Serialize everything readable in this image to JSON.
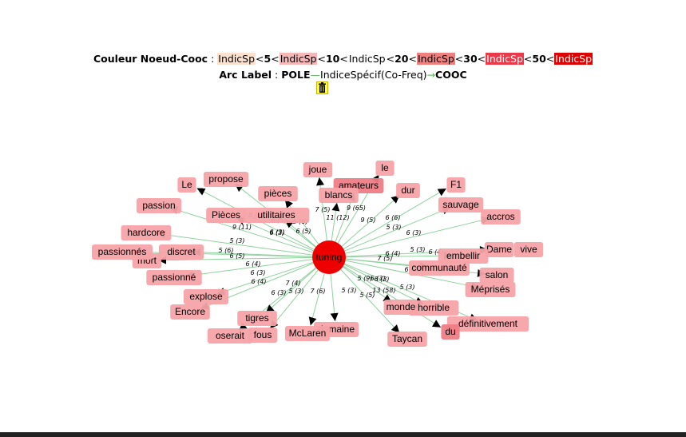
{
  "legend": {
    "title": "Couleur Noeud-Cooc",
    "sep": " : ",
    "swatch_label": "IndicSp",
    "lt": "<",
    "thresholds": [
      "5",
      "10",
      "20",
      "30",
      "50"
    ],
    "swatch_colors": [
      "#fbe2d0",
      "#f4b8b8",
      "#ffffff",
      "#ee8080",
      "#ea3a4a",
      "#dd0000"
    ],
    "arc_title": "Arc Label",
    "arc_pole": "POLE",
    "arc_mid": "IndiceSpécif(Co-Freq)",
    "arc_cooc": "COOC"
  },
  "center": {
    "label": "tuning",
    "color": "#ee0000"
  },
  "colors": {
    "edge": "#8fd19e",
    "node_default": "#f6a3a8",
    "node_dark": "#ee7d86"
  },
  "nodes": [
    {
      "id": "joue",
      "label": "joue"
    },
    {
      "id": "le",
      "label": "le"
    },
    {
      "id": "amateurs",
      "label": "amateurs",
      "dark": true
    },
    {
      "id": "blancs",
      "label": "blancs"
    },
    {
      "id": "dur",
      "label": "dur"
    },
    {
      "id": "F1",
      "label": "F1"
    },
    {
      "id": "sauvage",
      "label": "sauvage"
    },
    {
      "id": "accros",
      "label": "accros"
    },
    {
      "id": "Dame",
      "label": "Dame"
    },
    {
      "id": "vive",
      "label": "vive"
    },
    {
      "id": "embellir",
      "label": "embellir"
    },
    {
      "id": "communaute",
      "label": "communauté"
    },
    {
      "id": "salon",
      "label": "salon"
    },
    {
      "id": "Meprises",
      "label": "Méprisés"
    },
    {
      "id": "horrible",
      "label": "horrible"
    },
    {
      "id": "monde",
      "label": "monde"
    },
    {
      "id": "definitivement",
      "label": "définitivement"
    },
    {
      "id": "du",
      "label": "du",
      "dark": true
    },
    {
      "id": "Taycan",
      "label": "Taycan"
    },
    {
      "id": "domaine",
      "label": "domaine"
    },
    {
      "id": "McLaren",
      "label": "McLaren"
    },
    {
      "id": "fous",
      "label": "fous"
    },
    {
      "id": "tigres",
      "label": "tigres"
    },
    {
      "id": "oserait",
      "label": "oserait"
    },
    {
      "id": "explose",
      "label": "explose"
    },
    {
      "id": "Encore",
      "label": "Encore"
    },
    {
      "id": "passionne",
      "label": "passionné"
    },
    {
      "id": "mort",
      "label": "mort"
    },
    {
      "id": "passionnes",
      "label": "passionnés"
    },
    {
      "id": "discret",
      "label": "discret"
    },
    {
      "id": "hardcore",
      "label": "hardcore"
    },
    {
      "id": "passion",
      "label": "passion"
    },
    {
      "id": "Le",
      "label": "Le"
    },
    {
      "id": "propose",
      "label": "propose"
    },
    {
      "id": "pieces",
      "label": "pièces"
    },
    {
      "id": "Pieces",
      "label": "Pièces"
    },
    {
      "id": "utilitaires",
      "label": "utilitaires"
    }
  ],
  "edges": [
    {
      "to": "joue",
      "label": "7 (5)"
    },
    {
      "to": "blancs",
      "label": "11 (12)"
    },
    {
      "to": "amateurs",
      "label": "9 (65)"
    },
    {
      "to": "le",
      "label": "9 (5)"
    },
    {
      "to": "dur",
      "label": "6 (6)"
    },
    {
      "to": "F1",
      "label": "5 (3)"
    },
    {
      "to": "sauvage",
      "label": "6 (3)"
    },
    {
      "to": "accros",
      "label": "6 (4)"
    },
    {
      "to": "Dame",
      "label": "5 (3)"
    },
    {
      "to": "embellir",
      "label": "6 (4)"
    },
    {
      "to": "communaute",
      "label": "7 (5)"
    },
    {
      "to": "salon",
      "label": "6 (3)"
    },
    {
      "to": "Meprises",
      "label": "5 (3)"
    },
    {
      "to": "horrible",
      "label": "13 (58)"
    },
    {
      "to": "definitivement",
      "label": "6 (3)"
    },
    {
      "to": "du",
      "label": "5 (9)"
    },
    {
      "to": "monde",
      "label": "6 (3)"
    },
    {
      "to": "Taycan",
      "label": "5 (5)"
    },
    {
      "to": "domaine",
      "label": "5 (3)"
    },
    {
      "to": "McLaren",
      "label": "7 (6)"
    },
    {
      "to": "fous",
      "label": "5 (3)"
    },
    {
      "to": "oserait",
      "label": "6 (3)"
    },
    {
      "to": "tigres",
      "label": "7 (4)"
    },
    {
      "to": "explose",
      "label": "6 (4)"
    },
    {
      "to": "Encore",
      "label": "6 (3)"
    },
    {
      "to": "passionne",
      "label": "6 (4)"
    },
    {
      "to": "mort",
      "label": "6 (5)"
    },
    {
      "to": "passionnes",
      "label": "5 (6)"
    },
    {
      "to": "discret",
      "label": "5 (3)"
    },
    {
      "to": "hardcore",
      "label": "6 (3)"
    },
    {
      "to": "passion",
      "label": "9 (11)"
    },
    {
      "to": "Le",
      "label": "8 (35)"
    },
    {
      "to": "propose",
      "label": "6 (5)"
    },
    {
      "to": "pieces",
      "label": "5 (6)"
    },
    {
      "to": "Pieces",
      "label": "6 (3)"
    },
    {
      "to": "utilitaires",
      "label": "6 (5)"
    }
  ]
}
